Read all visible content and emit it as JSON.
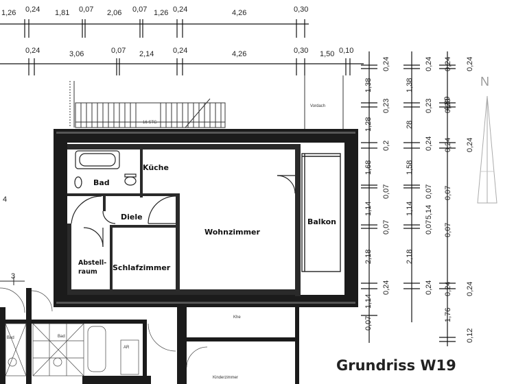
{
  "title": "Grundriss W19",
  "north_label": "N",
  "dims_top_row1": [
    "1,26",
    "0,24",
    "1,81",
    "0,07",
    "2,06",
    "0,07",
    "1,26",
    "0,24",
    "4,26",
    "0,30"
  ],
  "dims_top_row2": [
    "0,24",
    "3,06",
    "0,07",
    "2,14",
    "0,24",
    "4,26",
    "0,30",
    "1,50",
    "0,10"
  ],
  "dims_right_col1": [
    "0,24",
    "1,38",
    "0,23",
    "1,28",
    "0,2",
    "1,68",
    "0,07",
    "1,14",
    "0,07",
    "2,18",
    "0,24",
    "1,14",
    "0,07"
  ],
  "dims_right_col2": [
    "0,24",
    "1,38",
    "0,23",
    "28",
    "0,24",
    "1,58",
    "0,07",
    "1,14",
    "0,07",
    "2,18",
    "0,24"
  ],
  "dims_right_col3": [
    "0,24",
    "0,23",
    "0,24",
    "0,07",
    "0,07",
    "0,24",
    "4,89",
    "5,14"
  ],
  "dims_right_col4": [
    "0,24",
    "0,24",
    "0,24",
    "1,76",
    "0,12"
  ],
  "rooms": {
    "kueche": "Küche",
    "bad": "Bad",
    "diele": "Diele",
    "wohnzimmer": "Wohnzimmer",
    "balkon": "Balkon",
    "abstellraum_l1": "Abstell-",
    "abstellraum_l2": "raum",
    "schlafzimmer": "Schlafzimmer"
  },
  "small_labels": {
    "stair": "16 STG",
    "vordach": "Vordach",
    "flur": "Khe",
    "bad_left": "Bad",
    "bad_right": "Bad",
    "ar": "AR",
    "neighbor_room": "Kinderzimmer",
    "mark_3": "3",
    "mark_4": "4"
  }
}
